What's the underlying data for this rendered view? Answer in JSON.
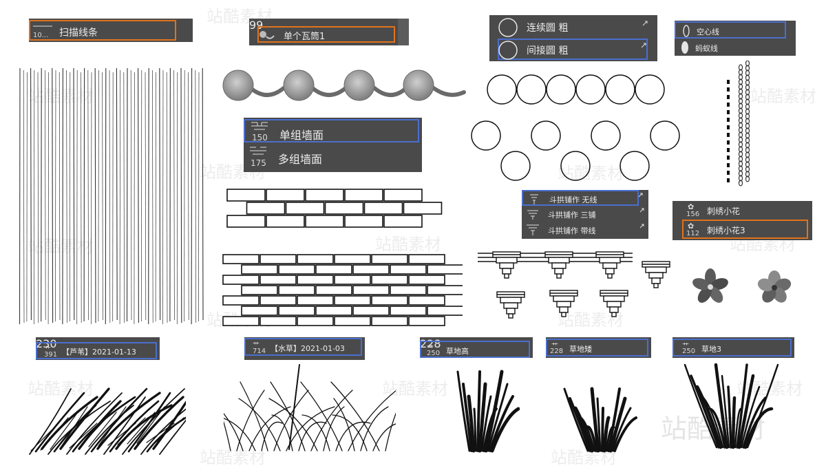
{
  "panels": {
    "scan_lines": {
      "label": "扫描线条",
      "num": "10..."
    },
    "single_tile": {
      "label": "单个瓦筒1",
      "num": "99"
    },
    "circles": {
      "row1": "连续圆 粗",
      "row2": "间接圆 粗"
    },
    "lines": {
      "row1": "空心线",
      "row2": "蚂蚁线"
    },
    "walls": {
      "row1_label": "单组墙面",
      "row1_num": "150",
      "row2_label": "多组墙面",
      "row2_num": "175"
    },
    "dougong": {
      "row1": "斗拱铺作 无线",
      "row2": "斗拱铺作 三铺",
      "row3": "斗拱铺作 带线"
    },
    "flowers": {
      "row1_label": "刺绣小花",
      "row1_num": "156",
      "row2_label": "刺绣小花3",
      "row2_num": "112"
    },
    "reed": {
      "top_num": "230",
      "num": "391",
      "label": "【芦苇】2021-01-13"
    },
    "water_grass": {
      "num": "714",
      "label": "【水草】2021-01-03"
    },
    "grass_tall": {
      "top_num": "228",
      "num": "250",
      "label": "草地高"
    },
    "grass_short": {
      "num": "228",
      "label": "草地矮"
    },
    "grass3": {
      "num": "250",
      "label": "草地3"
    }
  },
  "watermark": "站酷素材",
  "colors": {
    "panel_bg": "#4a4a4a",
    "selection_orange": "#e2731c",
    "selection_blue": "#4b6fcf"
  },
  "icons": [
    "brush-preview-icon",
    "circle-preview-icon",
    "wall-preview-icon",
    "bracket-preview-icon",
    "flower-preview-icon",
    "grass-preview-icon",
    "expand-icon"
  ]
}
